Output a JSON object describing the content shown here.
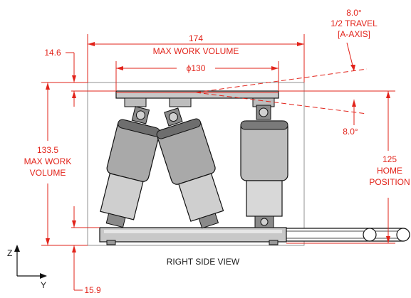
{
  "colors": {
    "dimension": "#e2231a",
    "outline": "#111111",
    "actuator_body": "#bfbfbf",
    "actuator_dark": "#7a7a7a"
  },
  "labels": {
    "travel_angle_top": "8.0°",
    "travel_line1": "1/2 TRAVEL",
    "travel_line2": "[A-AXIS]",
    "travel_angle_bottom": "8.0°",
    "width_value": "174",
    "width_label": "MAX WORK VOLUME",
    "diameter": "ϕ130",
    "top_offset": "14.6",
    "height_value": "133.5",
    "height_label_1": "MAX WORK",
    "height_label_2": "VOLUME",
    "home_value": "125",
    "home_label_1": "HOME",
    "home_label_2": "POSITION",
    "bottom_offset": "15.9",
    "view_title": "RIGHT SIDE VIEW",
    "axis_z": "Z",
    "axis_y": "Y"
  },
  "icons": {
    "triad": "axis-triad-icon"
  }
}
